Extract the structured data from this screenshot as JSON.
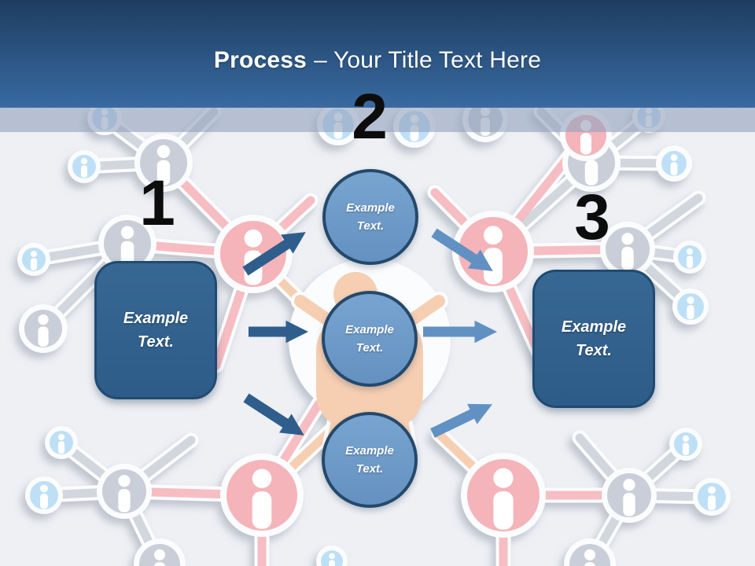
{
  "slide": {
    "title_bold": "Process",
    "title_rest": "– Your Title Text Here"
  },
  "steps": {
    "one": {
      "number": "1"
    },
    "two": {
      "number": "2"
    },
    "three": {
      "number": "3"
    }
  },
  "left_box": {
    "line1": "Example",
    "line2": "Text."
  },
  "right_box": {
    "line1": "Example",
    "line2": "Text."
  },
  "circle_top": {
    "line1": "Example",
    "line2": "Text."
  },
  "circle_middle": {
    "line1": "Example",
    "line2": "Text."
  },
  "circle_bottom": {
    "line1": "Example",
    "line2": "Text."
  },
  "icons": {
    "background_nodes": "person-silhouette-icon",
    "left_arrows": [
      "arrow-up-right-icon",
      "arrow-right-icon",
      "arrow-down-right-icon"
    ],
    "right_arrows": [
      "arrow-down-right-icon",
      "arrow-right-icon",
      "arrow-up-right-icon"
    ]
  },
  "colors": {
    "header_top": "#1E3D60",
    "header_bottom": "#3A6AA0",
    "band": "#B6C0D3",
    "background": "#EEF0F4",
    "box_fill": "#2E5C88",
    "box_border": "#1F4B72",
    "circle_fill": "#6E9CC9",
    "circle_border": "#24496B",
    "arrow_dark": "#2F5E8C",
    "arrow_light": "#6191C3",
    "number_color": "#0C0C0C",
    "net_gray": "#CBD0DA",
    "net_pink": "#F4B4B9",
    "net_blue": "#BEE0F6",
    "net_peach": "#F6CFB2",
    "text_color": "#FFFFFF"
  }
}
